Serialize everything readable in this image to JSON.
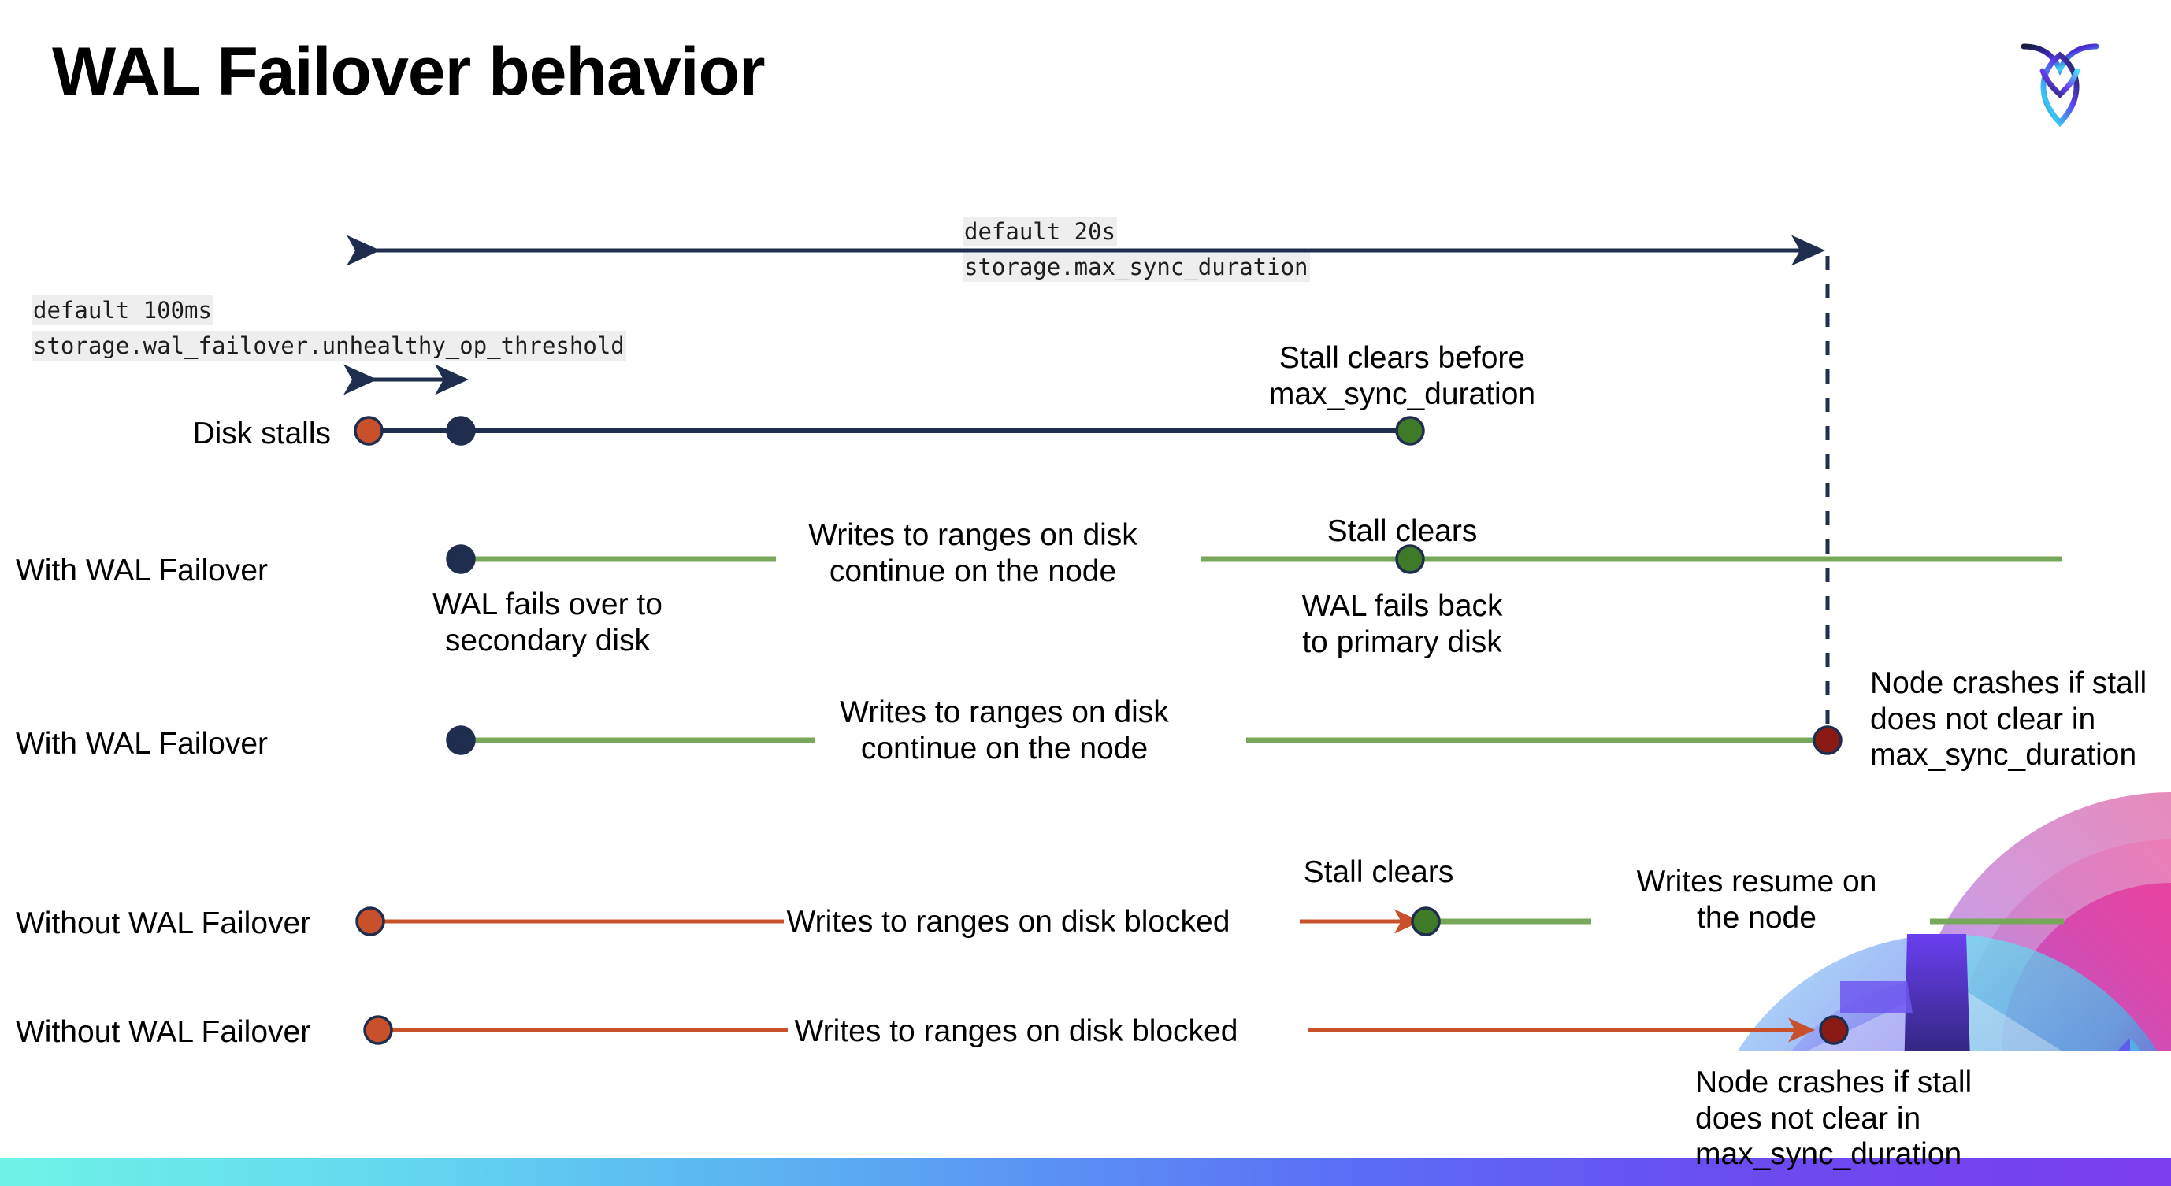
{
  "slide": {
    "title": "WAL Failover behavior",
    "logo_name": "cockroachdb-logo"
  },
  "annotations": {
    "max_sync": {
      "line1": "default 20s",
      "line2": "storage.max_sync_duration"
    },
    "unhealthy_op": {
      "line1": "default 100ms",
      "line2": "storage.wal_failover.unhealthy_op_threshold"
    }
  },
  "rows": [
    {
      "label": "Disk stalls",
      "notes": [
        "Stall clears before\nmax_sync_duration"
      ]
    },
    {
      "label": "With WAL Failover",
      "notes": [
        "Writes to ranges on disk\ncontinue on the node",
        "Stall clears",
        "WAL fails over to\nsecondary disk",
        "WAL fails  back\nto primary disk"
      ]
    },
    {
      "label": "With WAL Failover",
      "notes": [
        "Writes to ranges on disk\ncontinue on the node",
        "Node crashes if stall\ndoes not clear in\nmax_sync_duration"
      ]
    },
    {
      "label": "Without WAL Failover",
      "notes": [
        "Writes to ranges on disk  blocked",
        "Stall clears",
        "Writes resume on\nthe node"
      ]
    },
    {
      "label": "Without WAL Failover",
      "notes": [
        "Writes to ranges on disk  blocked",
        "Node crashes if stall\ndoes not clear in\nmax_sync_duration"
      ]
    }
  ],
  "colors": {
    "navy": "#1f2d4e",
    "green_line": "#76a75b",
    "green_dot": "#3f7a28",
    "orange": "#c8502b",
    "dark_red": "#8b1a15",
    "highlight_bg": "#eeeeee",
    "bar_start": "#6ff2e6",
    "bar_end": "#7b3df0"
  }
}
